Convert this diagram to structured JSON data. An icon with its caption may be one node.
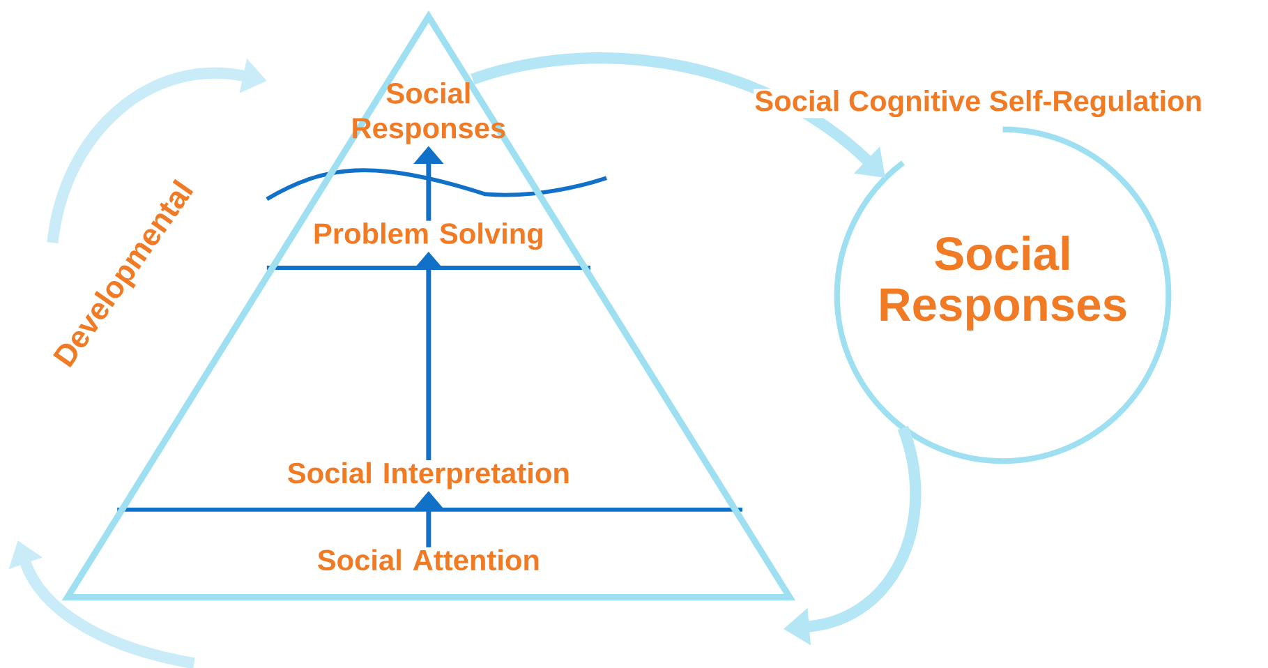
{
  "diagram": {
    "nodes": [
      {
        "text": [],
        "shape": "triangle"
      },
      {
        "text": [
          "Social Responses"
        ],
        "in": 0
      },
      {
        "text": [
          "Problem Solving"
        ],
        "in": 0
      },
      {
        "text": [
          "Social Interpretation"
        ],
        "in": 0
      },
      {
        "text": [
          "Social Attention"
        ],
        "in": 0
      },
      {
        "text": [
          "Social Responses"
        ]
      }
    ],
    "edges": [
      {
        "from": 0,
        "to": 5,
        "arrow": "to",
        "label": "Social Cognitive Self-Regulation",
        "style": "thick",
        "color": "#b5e6f6"
      },
      {
        "from": 5,
        "to": 0,
        "arrow": "to",
        "style": "thick",
        "color": "#b5e6f6"
      },
      {
        "from": 4,
        "to": 3,
        "arrow": "to"
      },
      {
        "from": 3,
        "to": 2,
        "arrow": "to"
      },
      {
        "from": 2,
        "to": 1,
        "arrow": "to"
      }
    ],
    "labels": [
      "Developmental"
    ]
  }
}
